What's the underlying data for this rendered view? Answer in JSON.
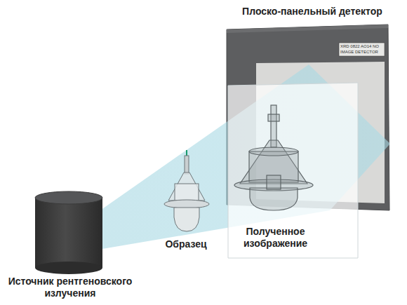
{
  "diagram": {
    "labels": [
      "Плоско-панельный детектор",
      "XRD 0822 AO14 NO",
      "IMAGE DETECTOR",
      "Образец",
      "Полученное изображение",
      "Источник рентгеновского излучения"
    ]
  }
}
